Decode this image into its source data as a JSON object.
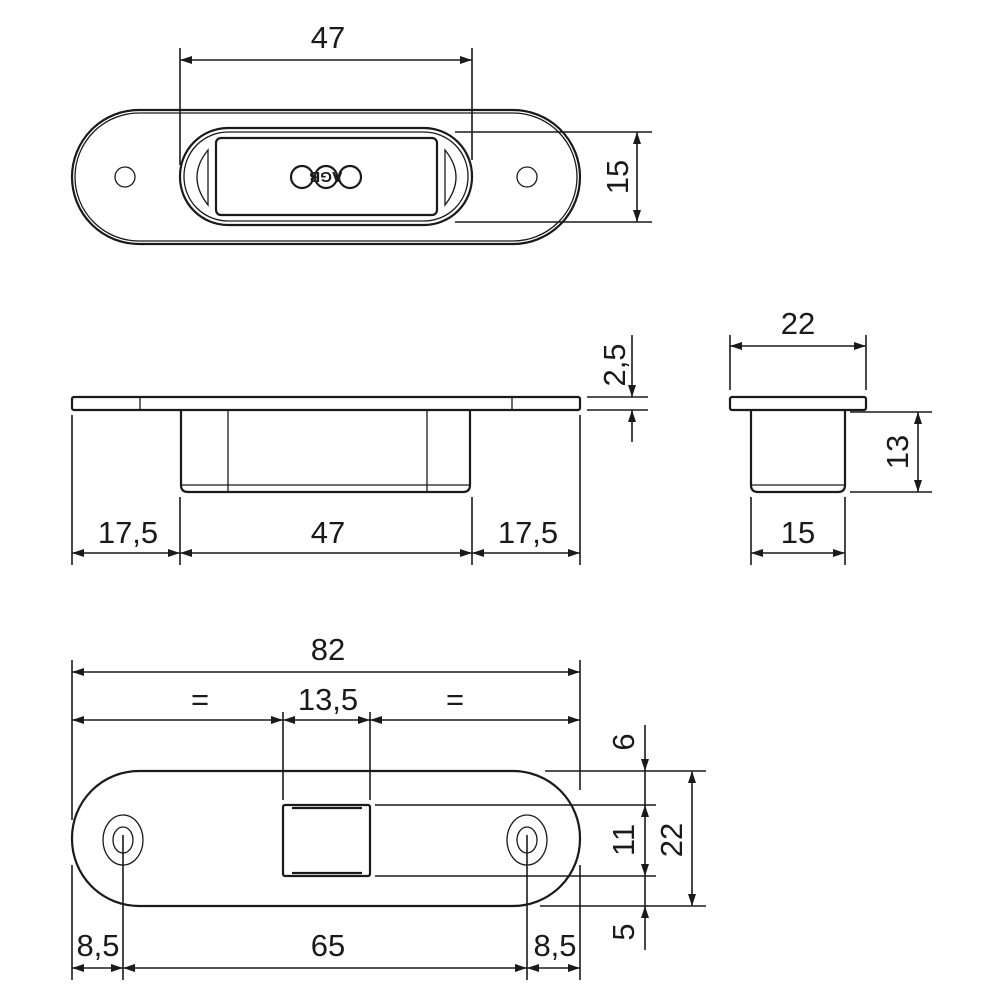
{
  "top_view": {
    "logo": "AGB",
    "dim_length": "47",
    "dim_height": "15"
  },
  "side_view": {
    "dim_plate_thickness": "2,5",
    "dim_left": "17,5",
    "dim_center": "47",
    "dim_right": "17,5"
  },
  "end_view": {
    "dim_plate_width": "22",
    "dim_body_width": "15",
    "dim_body_depth": "13"
  },
  "bottom_view": {
    "dim_overall": "82",
    "dim_equal_left": "=",
    "dim_square": "13,5",
    "dim_equal_right": "=",
    "dim_top_offset": "6",
    "dim_square_height": "11",
    "dim_plate_height": "22",
    "dim_bottom_offset": "5",
    "dim_hole_left": "8,5",
    "dim_hole_spacing": "65",
    "dim_hole_right": "8,5"
  }
}
